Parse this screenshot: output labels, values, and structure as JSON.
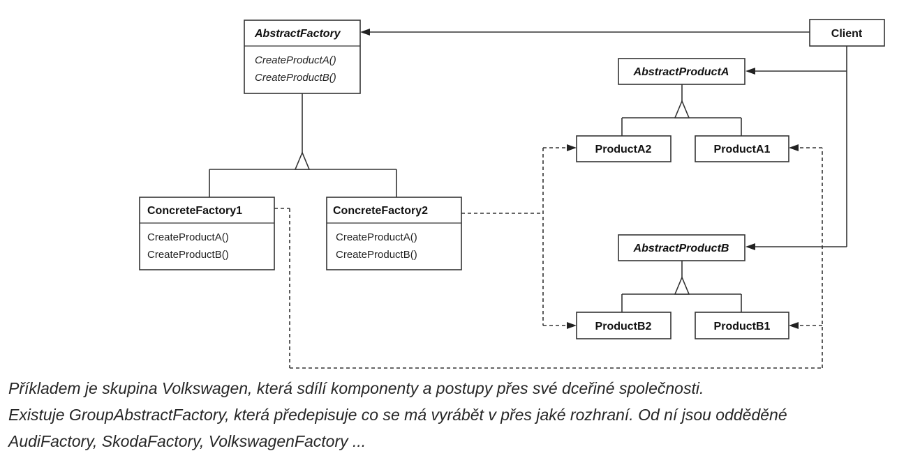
{
  "diagram": {
    "classes": {
      "abstract_factory": {
        "name": "AbstractFactory",
        "ops": [
          "CreateProductA()",
          "CreateProductB()"
        ]
      },
      "client": {
        "name": "Client"
      },
      "abstract_product_a": {
        "name": "AbstractProductA"
      },
      "abstract_product_b": {
        "name": "AbstractProductB"
      },
      "concrete_factory_1": {
        "name": "ConcreteFactory1",
        "ops": [
          "CreateProductA()",
          "CreateProductB()"
        ]
      },
      "concrete_factory_2": {
        "name": "ConcreteFactory2",
        "ops": [
          "CreateProductA()",
          "CreateProductB()"
        ]
      },
      "product_a1": {
        "name": "ProductA1"
      },
      "product_a2": {
        "name": "ProductA2"
      },
      "product_b1": {
        "name": "ProductB1"
      },
      "product_b2": {
        "name": "ProductB2"
      }
    }
  },
  "caption": {
    "line1": "Příkladem je skupina Volkswagen, která sdílí komponenty a postupy přes své dceřiné společnosti.",
    "line2": "Existuje GroupAbstractFactory, která předepisuje co se má vyrábět v přes jaké rozhraní. Od ní jsou odděděné",
    "line3": "AudiFactory, SkodaFactory, VolkswagenFactory ..."
  }
}
